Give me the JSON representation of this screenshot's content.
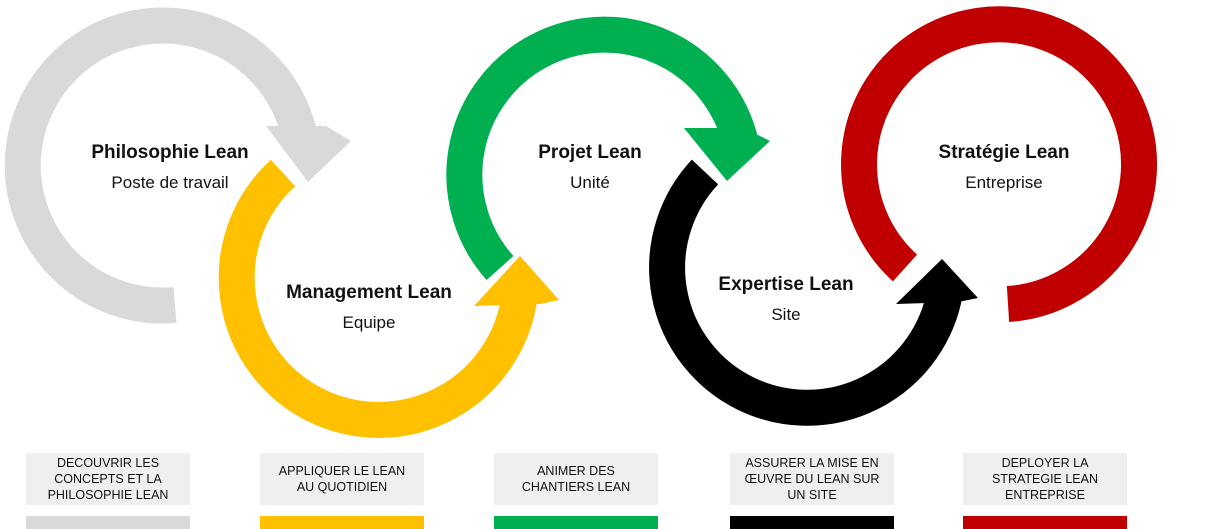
{
  "stages": [
    {
      "title": "Philosophie Lean",
      "subtitle": "Poste de travail",
      "description": "DECOUVRIR LES\nCONCEPTS ET LA\nPHILOSOPHIE LEAN",
      "color": "#d9d9d9"
    },
    {
      "title": "Management Lean",
      "subtitle": "Equipe",
      "description": "APPLIQUER LE LEAN\nAU QUOTIDIEN",
      "color": "#ffc000"
    },
    {
      "title": "Projet Lean",
      "subtitle": "Unité",
      "description": "ANIMER DES\nCHANTIERS LEAN",
      "color": "#00b050"
    },
    {
      "title": "Expertise Lean",
      "subtitle": "Site",
      "description": "ASSURER LA MISE EN\nŒUVRE DU LEAN SUR\nUN SITE",
      "color": "#000000"
    },
    {
      "title": "Stratégie Lean",
      "subtitle": "Entreprise",
      "description": "DEPLOYER LA\nSTRATEGIE LEAN\nENTREPRISE",
      "color": "#c00000"
    }
  ]
}
